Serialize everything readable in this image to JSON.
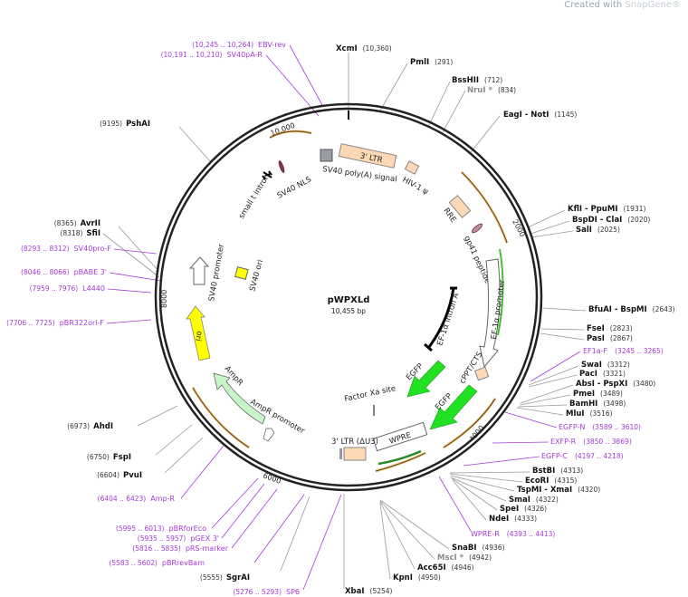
{
  "brand": {
    "prefix": "Created with ",
    "name": "SnapGene®"
  },
  "plasmid": {
    "name": "pWPXLd",
    "size": "10,455 bp"
  },
  "ticks": [
    "10,000",
    "2000",
    "4000",
    "6000",
    "8000"
  ],
  "sites": [
    {
      "name": "XcmI",
      "pos": "(10,360)"
    },
    {
      "name": "PmlI",
      "pos": "(291)"
    },
    {
      "name": "BssHII",
      "pos": "(712)"
    },
    {
      "name": "NruI *",
      "pos": "(834)",
      "dim": true
    },
    {
      "name": "EagI  - NotI",
      "pos": "(1145)"
    },
    {
      "name": "KflI  - PpuMI",
      "pos": "(1931)"
    },
    {
      "name": "BspDI  - ClaI",
      "pos": "(2020)"
    },
    {
      "name": "SalI",
      "pos": "(2025)"
    },
    {
      "name": "BfuAI  - BspMI",
      "pos": "(2643)"
    },
    {
      "name": "FseI",
      "pos": "(2823)"
    },
    {
      "name": "PasI",
      "pos": "(2867)"
    },
    {
      "name": "SwaI",
      "pos": "(3312)"
    },
    {
      "name": "PacI",
      "pos": "(3321)"
    },
    {
      "name": "AbsI  - PspXI",
      "pos": "(3480)"
    },
    {
      "name": "PmeI",
      "pos": "(3489)"
    },
    {
      "name": "BamHI",
      "pos": "(3498)"
    },
    {
      "name": "MluI",
      "pos": "(3516)"
    },
    {
      "name": "BstBI",
      "pos": "(4313)"
    },
    {
      "name": "EcoRI",
      "pos": "(4315)"
    },
    {
      "name": "TspMI  - XmaI",
      "pos": "(4320)"
    },
    {
      "name": "SmaI",
      "pos": "(4322)"
    },
    {
      "name": "SpeI",
      "pos": "(4326)"
    },
    {
      "name": "NdeI",
      "pos": "(4333)"
    },
    {
      "name": "SnaBI",
      "pos": "(4936)"
    },
    {
      "name": "MscI *",
      "pos": "(4942)",
      "dim": true
    },
    {
      "name": "Acc65I",
      "pos": "(4946)"
    },
    {
      "name": "KpnI",
      "pos": "(4950)"
    },
    {
      "name": "XbaI",
      "pos": "(5254)"
    },
    {
      "name": "SgrAI",
      "pos": "(5555)"
    },
    {
      "name": "PvuI",
      "pos": "(6604)"
    },
    {
      "name": "FspI",
      "pos": "(6750)"
    },
    {
      "name": "AhdI",
      "pos": "(6973)"
    },
    {
      "name": "SfiI",
      "pos": "(8318)"
    },
    {
      "name": "AvrII",
      "pos": "(8365)"
    },
    {
      "name": "PshAI",
      "pos": "(9195)"
    }
  ],
  "primers": [
    {
      "name": "EBV-rev",
      "range": "(10,245 .. 10,264)"
    },
    {
      "name": "SV40pA-R",
      "range": "(10,191 .. 10,210)"
    },
    {
      "name": "SV40pro-F",
      "range": "(8293 .. 8312)"
    },
    {
      "name": "pBABE 3'",
      "range": "(8046 .. 8066)"
    },
    {
      "name": "L4440",
      "range": "(7959 .. 7976)"
    },
    {
      "name": "pBR322ori-F",
      "range": "(7706 .. 7725)"
    },
    {
      "name": "Amp-R",
      "range": "(6404 .. 6423)"
    },
    {
      "name": "pBRforEco",
      "range": "(5995 .. 6013)"
    },
    {
      "name": "pGEX 3'",
      "range": "(5935 .. 5957)"
    },
    {
      "name": "pRS-marker",
      "range": "(5816 .. 5835)"
    },
    {
      "name": "pBRrevBam",
      "range": "(5583 .. 5602)"
    },
    {
      "name": "SP6",
      "range": "(5276 .. 5293)"
    },
    {
      "name": "EF1a-F",
      "range": "(3245 .. 3265)"
    },
    {
      "name": "EGFP-N",
      "range": "(3589 .. 3610)"
    },
    {
      "name": "EXFP-R",
      "range": "(3850 .. 3869)"
    },
    {
      "name": "EGFP-C",
      "range": "(4197 .. 4218)"
    },
    {
      "name": "WPRE-R",
      "range": "(4393 .. 4413)"
    }
  ],
  "features": {
    "ltr3": "3' LTR",
    "sv40_polya": "SV40 poly(A) signal",
    "hiv_psi": "HIV-1 ψ",
    "rre": "RRE",
    "gp41": "gp41 peptide",
    "ef1a_promoter": "EF-1α promoter",
    "ef1a_intron": "EF-1α intron A",
    "cppt": "cPPT/CTS",
    "egfp1": "EGFP",
    "egfp2": "EGFP",
    "factor_xa": "Factor Xa site",
    "wpre": "WPRE",
    "ltr3_du3": "3' LTR (ΔU3)",
    "ampr_promoter": "AmpR promoter",
    "ampr": "AmpR",
    "ori": "ori",
    "sv40_promoter": "SV40 promoter",
    "sv40_ori": "SV40 ori",
    "small_t": "small t intron",
    "sv40_nls": "SV40 NLS"
  },
  "colors": {
    "primer": "#a53bd6",
    "orf": "#f0a030",
    "egfp": "#22e022",
    "ltr": "#fcd9b4",
    "ori": "#ffff00",
    "ampr": "#c8f5c8"
  }
}
